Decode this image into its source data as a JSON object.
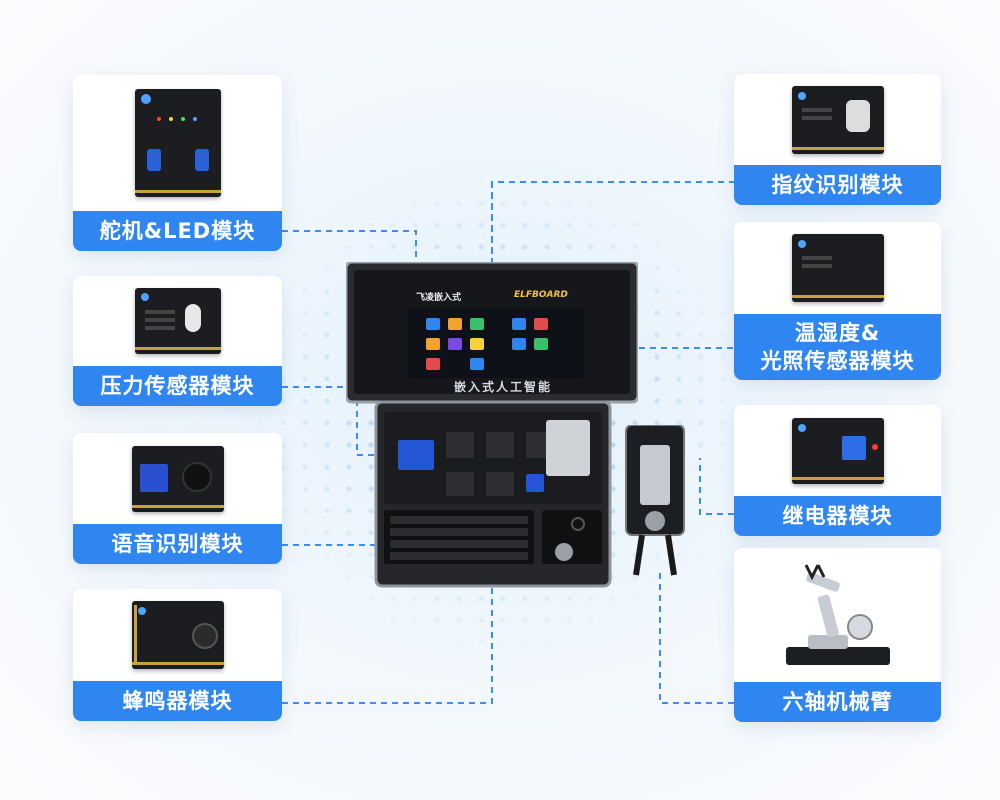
{
  "modules": {
    "servo_led": {
      "label": "舵机&LED模块"
    },
    "pressure": {
      "label": "压力传感器模块"
    },
    "voice": {
      "label": "语音识别模块"
    },
    "buzzer": {
      "label": "蜂鸣器模块"
    },
    "fingerprint": {
      "label": "指纹识别模块"
    },
    "temp_light": {
      "label_line1": "温湿度&",
      "label_line2": "光照传感器模块"
    },
    "relay": {
      "label": "继电器模块"
    },
    "robot_arm": {
      "label": "六轴机械臂"
    }
  },
  "device": {
    "screen_title": "嵌入式人工智能",
    "brand_left": "飞凌嵌入式",
    "brand_right": "ELFBOARD"
  },
  "colors": {
    "accent": "#2f86f0",
    "connector_line": "#3d8df0",
    "pcb": "#1b1d21"
  }
}
